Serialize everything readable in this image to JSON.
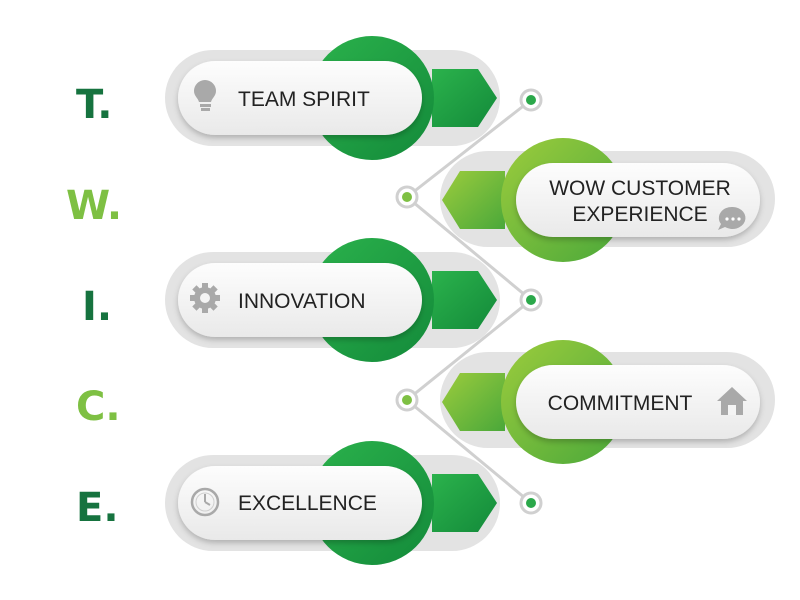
{
  "acronym": {
    "letters": [
      "T.",
      "W.",
      "I.",
      "C.",
      "E."
    ],
    "colors": [
      "#16733f",
      "#7ec043",
      "#16733f",
      "#7ec043",
      "#16733f"
    ]
  },
  "items": [
    {
      "label": "TEAM SPIRIT",
      "icon": "lightbulb-icon"
    },
    {
      "label_line1": "WOW CUSTOMER",
      "label_line2": "EXPERIENCE",
      "icon": "chat-bubble-icon"
    },
    {
      "label": "INNOVATION",
      "icon": "gear-icon"
    },
    {
      "label": "COMMITMENT",
      "icon": "home-icon"
    },
    {
      "label": "EXCELLENCE",
      "icon": "clock-icon"
    }
  ],
  "colors": {
    "dark_green": "#16733f",
    "mid_green": "#2ba84a",
    "light_green": "#7ec043",
    "connector": "#cfcfcf",
    "card": "#f4f4f4",
    "text": "#222222",
    "icon": "#a9a9a9"
  }
}
